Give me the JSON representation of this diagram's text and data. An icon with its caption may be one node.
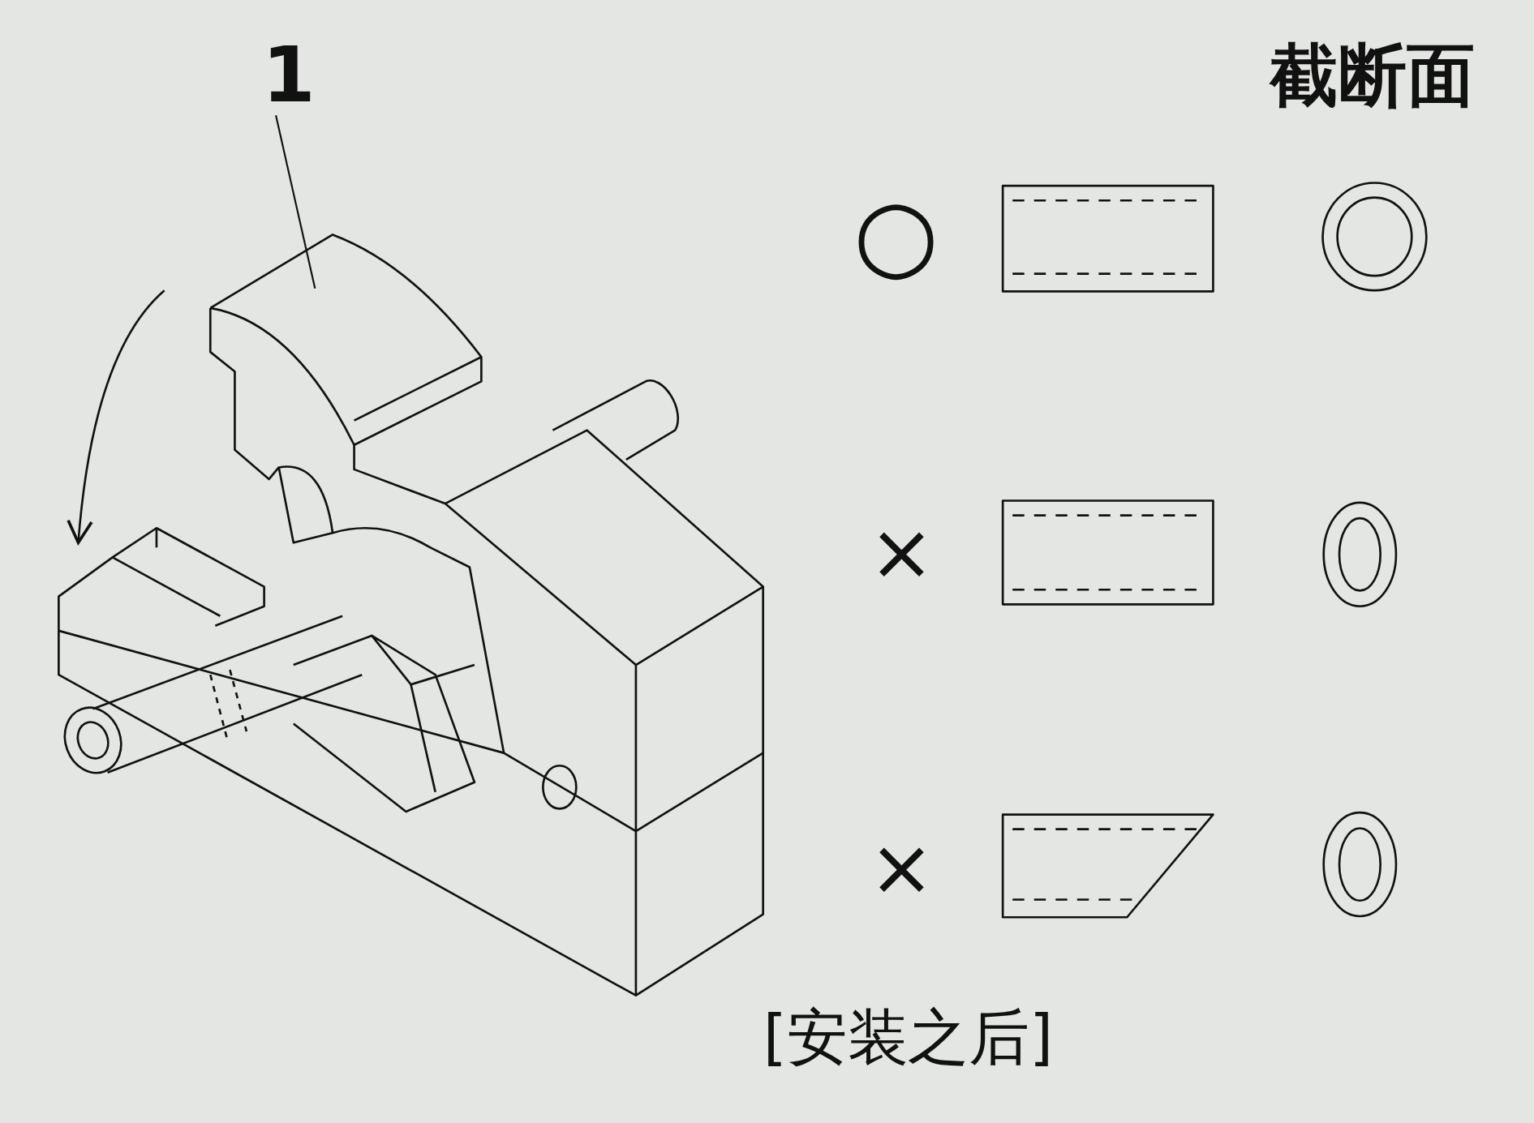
{
  "diagram": {
    "caption": "[安装之后]",
    "nodes": [
      {
        "text": [
          "1"
        ]
      },
      {
        "text": [],
        "shape": "picture"
      }
    ],
    "edges": [
      {
        "from": 0,
        "to": 1,
        "arrow": "none"
      }
    ],
    "labels": [
      "截断面",
      "○",
      "×",
      "×"
    ]
  }
}
